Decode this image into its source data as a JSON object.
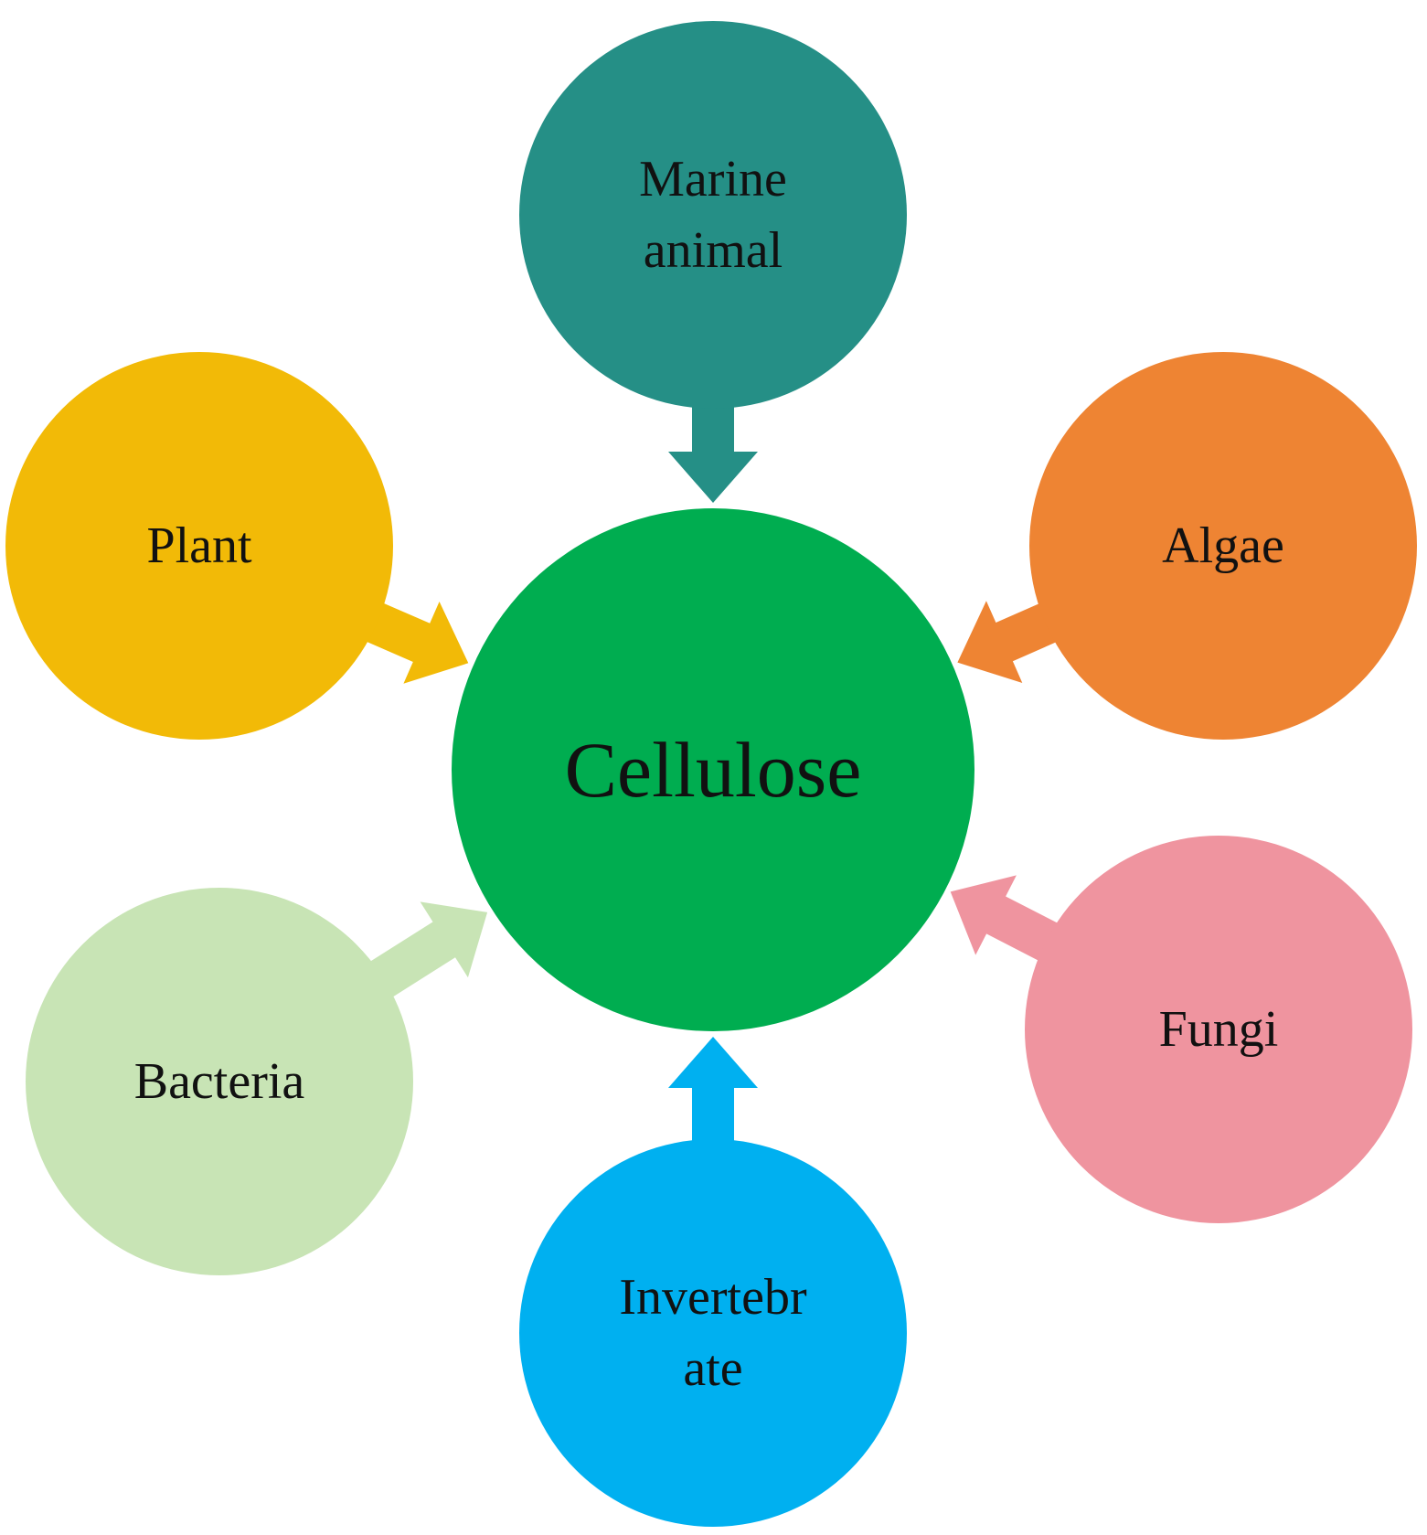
{
  "center": {
    "label": "Cellulose",
    "color": "#00AD50"
  },
  "sources": [
    {
      "id": "marine-animal",
      "lines": [
        "Marine",
        "animal"
      ],
      "color": "#258F86"
    },
    {
      "id": "algae",
      "lines": [
        "Algae"
      ],
      "color": "#EE8433"
    },
    {
      "id": "fungi",
      "lines": [
        "Fungi"
      ],
      "color": "#EF949F"
    },
    {
      "id": "invertebrate",
      "lines": [
        "Invertebr",
        "ate"
      ],
      "color": "#00B0F0"
    },
    {
      "id": "bacteria",
      "lines": [
        "Bacteria"
      ],
      "color": "#C8E4B5"
    },
    {
      "id": "plant",
      "lines": [
        "Plant"
      ],
      "color": "#F2BA07"
    }
  ]
}
